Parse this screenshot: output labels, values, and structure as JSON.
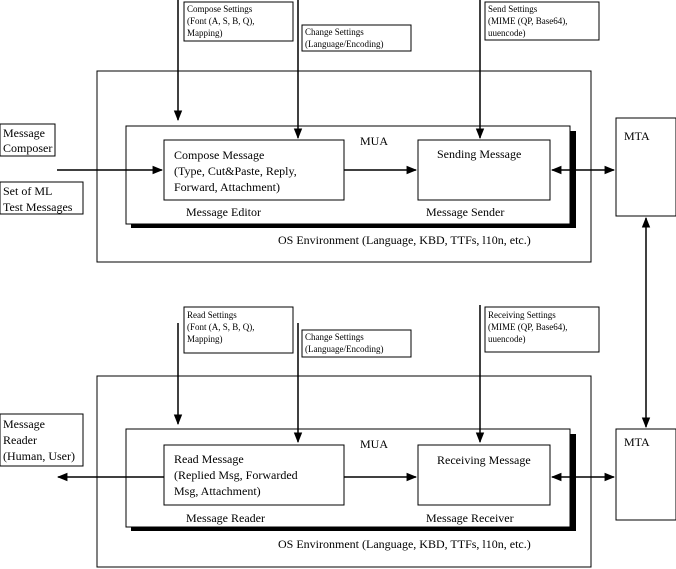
{
  "actors": {
    "composer": [
      "Message",
      "Composer"
    ],
    "ml_test_messages": [
      "Set of ML",
      "Test Messages"
    ],
    "reader": [
      "Message",
      "Reader",
      "(Human, User)"
    ]
  },
  "top": {
    "compose_settings": [
      "Compose Settings",
      "(Font (A, S, B, Q),",
      "Mapping)"
    ],
    "change_settings": [
      "Change Settings",
      "(Language/Encoding)"
    ],
    "send_settings": [
      "Send Settings",
      "(MIME (QP, Base64),",
      "uuencode)"
    ],
    "mua_label": "MUA",
    "compose_message": [
      "Compose Message",
      "(Type, Cut&Paste, Reply,",
      "Forward, Attachment)"
    ],
    "sending_message": "Sending Message",
    "message_editor": "Message Editor",
    "message_sender": "Message Sender",
    "os_environment": "OS Environment (Language, KBD, TTFs, l10n, etc.)",
    "mta": "MTA"
  },
  "bottom": {
    "read_settings": [
      "Read Settings",
      "(Font (A, S, B, Q),",
      "Mapping)"
    ],
    "change_settings": [
      "Change Settings",
      "(Language/Encoding)"
    ],
    "receiving_settings": [
      "Receiving Settings",
      "(MIME (QP, Base64),",
      "uuencode)"
    ],
    "mua_label": "MUA",
    "read_message": [
      "Read Message",
      "(Replied Msg, Forwarded",
      "Msg, Attachment)"
    ],
    "receiving_message": "Receiving Message",
    "message_reader": "Message Reader",
    "message_receiver": "Message Receiver",
    "os_environment": "OS Environment (Language, KBD, TTFs, l10n, etc.)",
    "mta": "MTA"
  }
}
